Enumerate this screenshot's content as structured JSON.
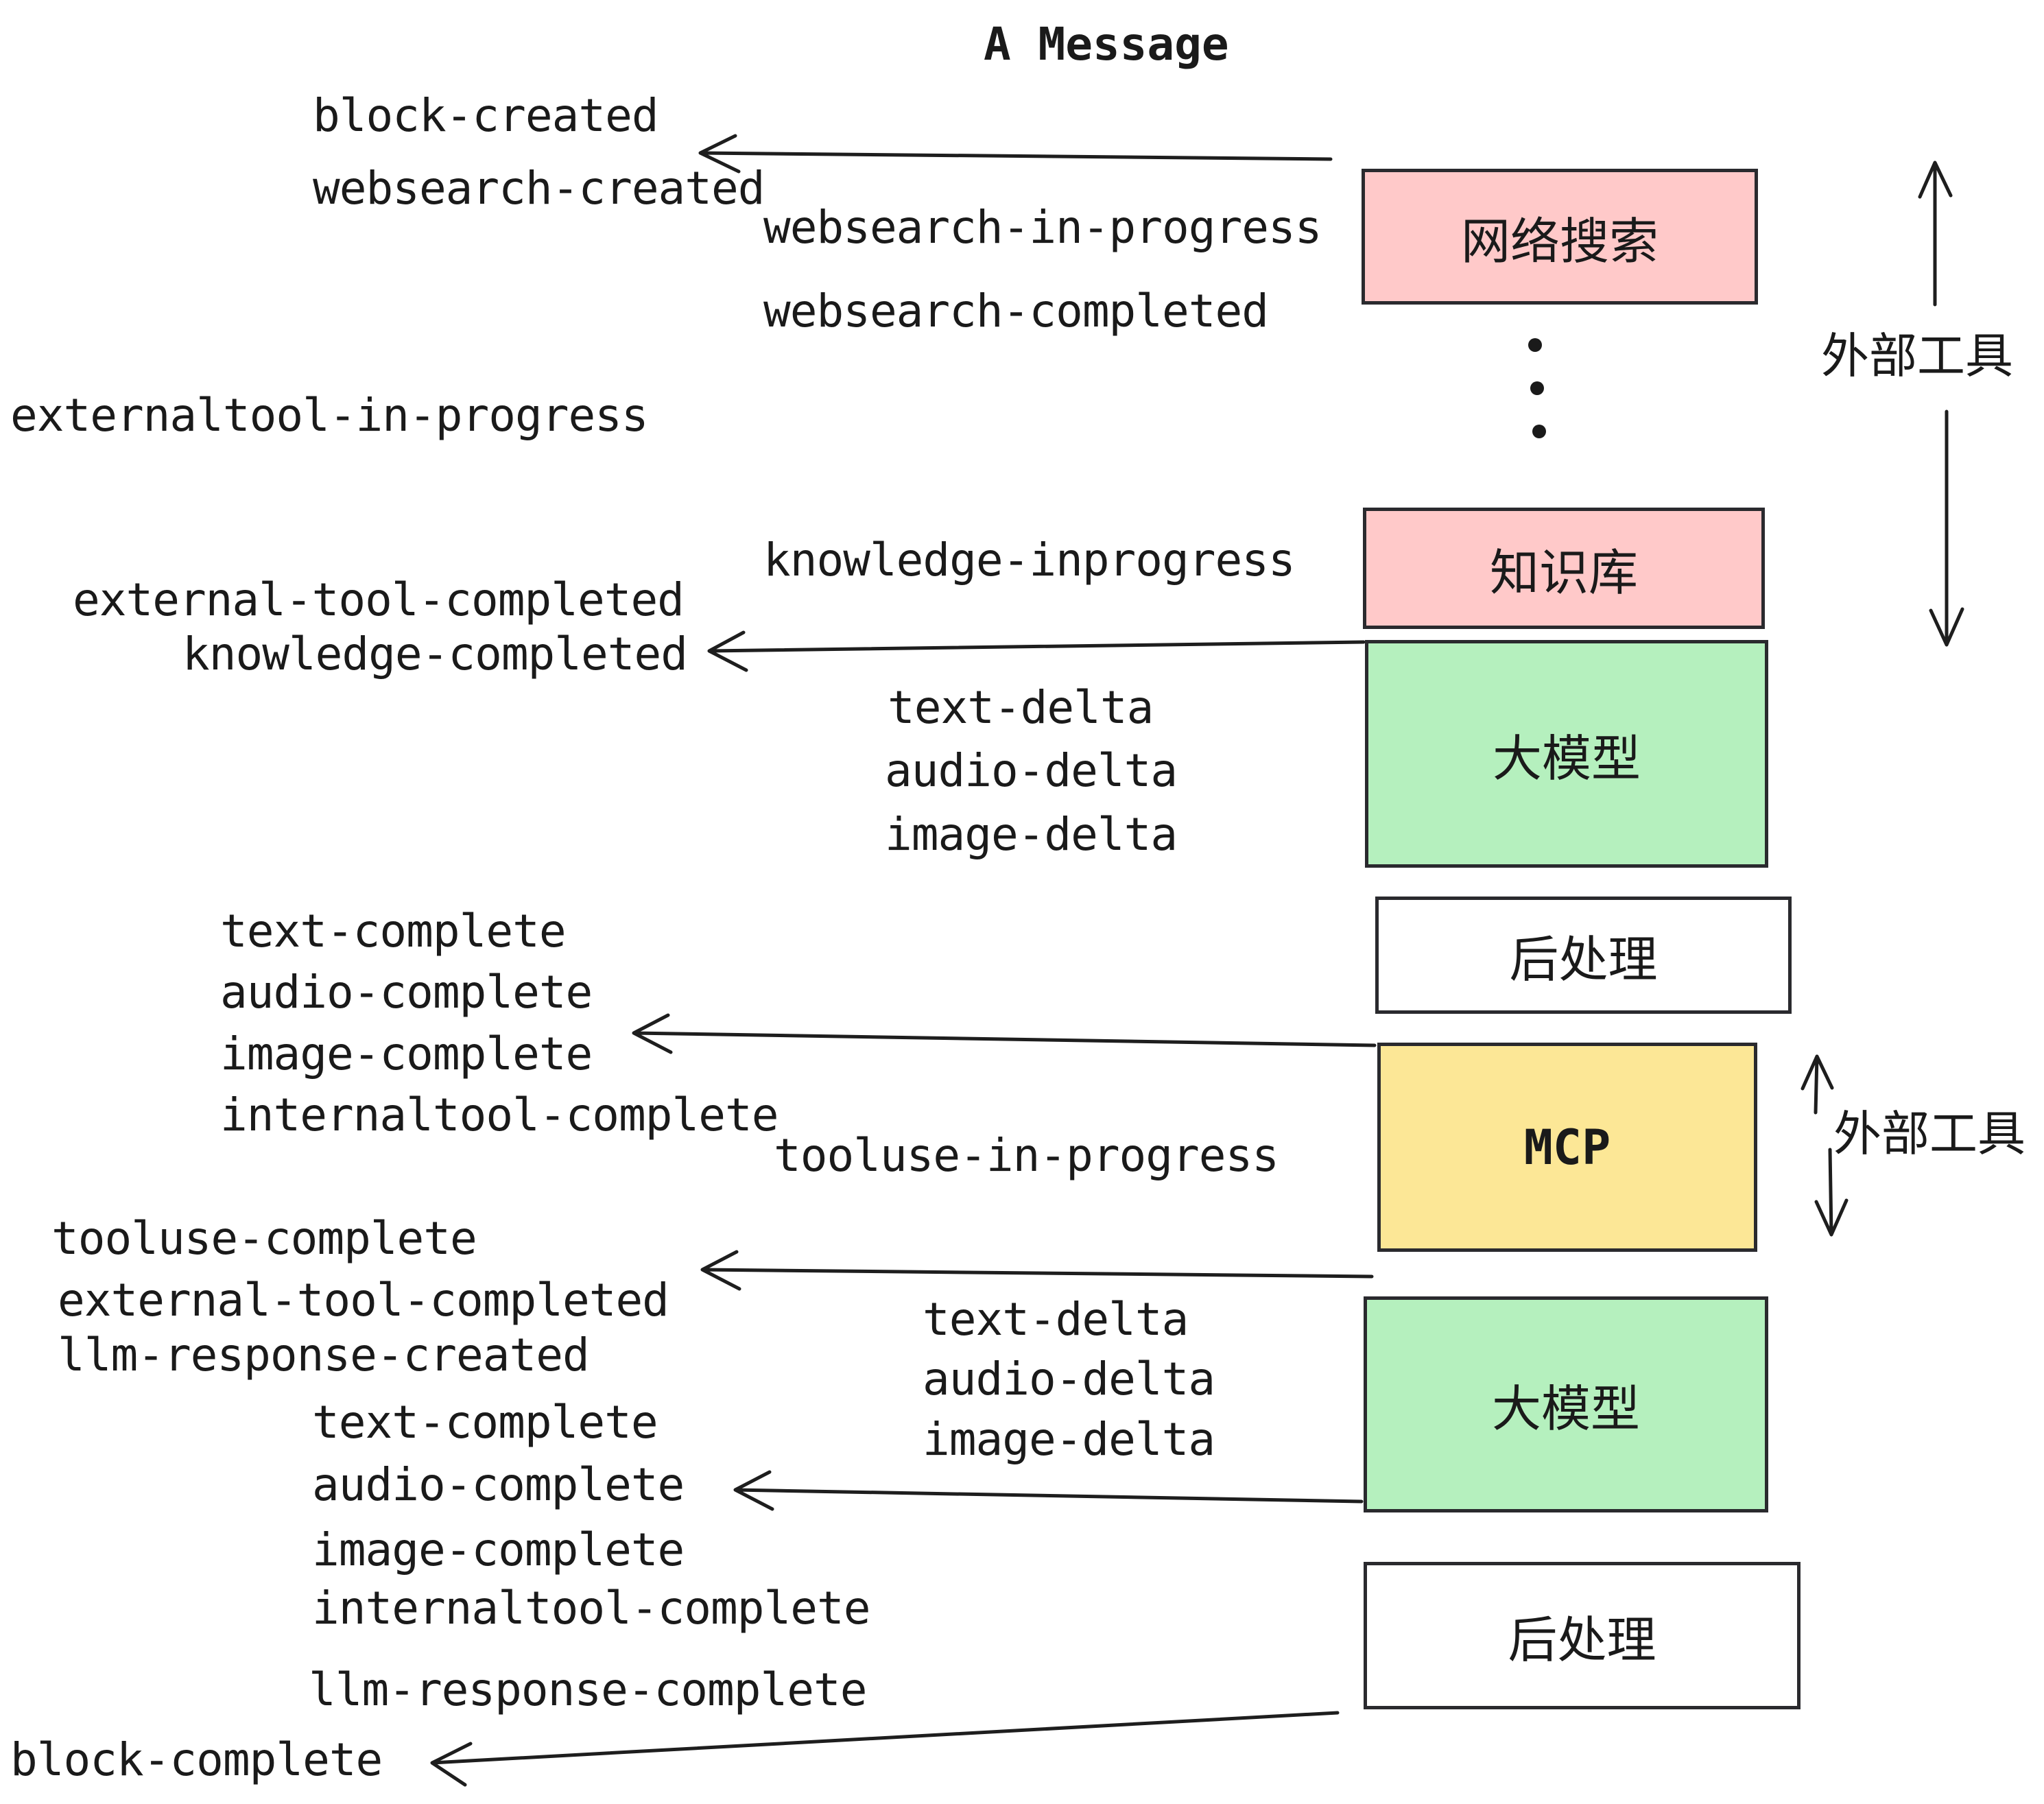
{
  "title": "A Message",
  "labels": {
    "block_created": "block-created",
    "websearch_created": "websearch-created",
    "websearch_in_progress": "websearch-in-progress",
    "websearch_completed": "websearch-completed",
    "externaltool_in_progress": "externaltool-in-progress",
    "knowledge_inprogress": "knowledge-inprogress",
    "external_tool_completed": "external-tool-completed",
    "knowledge_completed": "knowledge-completed",
    "text_delta": "text-delta",
    "audio_delta": "audio-delta",
    "image_delta": "image-delta",
    "text_complete": "text-complete",
    "audio_complete": "audio-complete",
    "image_complete": "image-complete",
    "internaltool_complete": "internaltool-complete",
    "tooluse_in_progress": "tooluse-in-progress",
    "tooluse_complete": "tooluse-complete",
    "llm_response_created": "llm-response-created",
    "llm_response_complete": "llm-response-complete",
    "block_complete": "block-complete"
  },
  "boxes": {
    "websearch": "网络搜索",
    "knowledge": "知识库",
    "llm": "大模型",
    "postprocess": "后处理",
    "mcp": "MCP"
  },
  "side_labels": {
    "external_tools": "外部工具"
  },
  "colors": {
    "pink": "#FFC9C9",
    "green": "#B5F0BE",
    "yellow": "#FCE796",
    "white": "#FFFFFF",
    "border": "#2A2A2E",
    "text": "#1A1A1A",
    "line": "#1E1E1E",
    "bg": "#FFFFFF"
  }
}
